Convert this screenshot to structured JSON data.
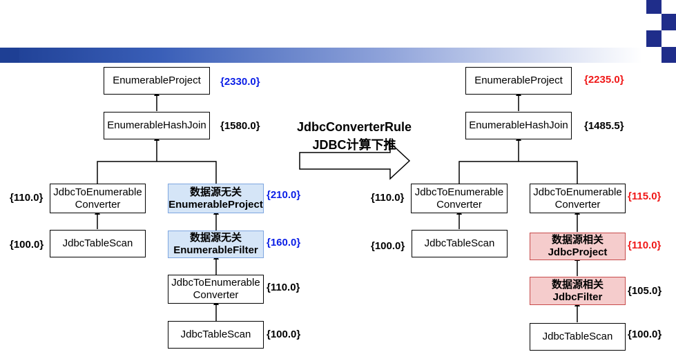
{
  "transform": {
    "line1": "JdbcConverterRule",
    "line2": "JDBC计算下推"
  },
  "left": {
    "project": {
      "label": "EnumerableProject",
      "cost": "{2330.0}"
    },
    "hashjoin": {
      "label": "EnumerableHashJoin",
      "cost": "{1580.0}"
    },
    "conv_a": {
      "label": "JdbcToEnumerable\nConverter",
      "cost": "{110.0}"
    },
    "scan_a": {
      "label": "JdbcTableScan",
      "cost": "{100.0}"
    },
    "proj_b": {
      "label": "数据源无关\nEnumerableProject",
      "cost": "{210.0}"
    },
    "filter_b": {
      "label": "数据源无关\nEnumerableFilter",
      "cost": "{160.0}"
    },
    "conv_b": {
      "label": "JdbcToEnumerable\nConverter",
      "cost": "{110.0}"
    },
    "scan_b": {
      "label": "JdbcTableScan",
      "cost": "{100.0}"
    }
  },
  "right": {
    "project": {
      "label": "EnumerableProject",
      "cost": "{2235.0}"
    },
    "hashjoin": {
      "label": "EnumerableHashJoin",
      "cost": "{1485.5}"
    },
    "conv_a": {
      "label": "JdbcToEnumerable\nConverter",
      "cost": "{110.0}"
    },
    "scan_a": {
      "label": "JdbcTableScan",
      "cost": "{100.0}"
    },
    "conv_b": {
      "label": "JdbcToEnumerable\nConverter",
      "cost": "{115.0}"
    },
    "proj_b": {
      "label": "数据源相关\nJdbcProject",
      "cost": "{110.0}"
    },
    "filter_b": {
      "label": "数据源相关\nJdbcFilter",
      "cost": "{105.0}"
    },
    "scan_b": {
      "label": "JdbcTableScan",
      "cost": "{100.0}"
    }
  },
  "colors": {
    "highlight_blue": "#0a1ee6",
    "highlight_red": "#f01818",
    "banner": "#1e3f94"
  }
}
